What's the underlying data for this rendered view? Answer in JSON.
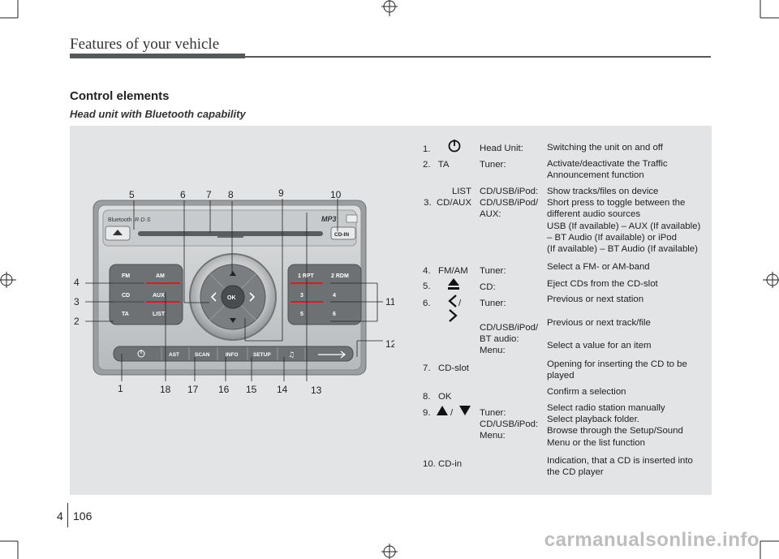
{
  "header": {
    "title": "Features of your vehicle"
  },
  "section": {
    "title": "Control elements",
    "subtitle": "Head unit with Bluetooth capability"
  },
  "callouts": [
    "1",
    "2",
    "3",
    "4",
    "5",
    "6",
    "7",
    "8",
    "9",
    "10",
    "11",
    "12",
    "13",
    "14",
    "15",
    "16",
    "17",
    "18"
  ],
  "unit": {
    "brand_bluetooth": "Bluetooth",
    "brand_rds": "R·D·S",
    "brand_mp3": "MP3",
    "cd_in": "CD-IN",
    "left_buttons": [
      "FM",
      "AM",
      "CD",
      "AUX",
      "TA",
      "LIST"
    ],
    "right_buttons": [
      "1 RPT",
      "2 RDM",
      "3",
      "4",
      "5",
      "6"
    ],
    "bottom_buttons": [
      "AST",
      "SCAN",
      "INFO",
      "SETUP"
    ],
    "ok": "OK"
  },
  "list": {
    "r1": {
      "num": "1.",
      "term": "Head Unit:",
      "desc": "Switching the unit on and off"
    },
    "r2": {
      "num": "2.   TA",
      "term": "Tuner:",
      "desc": "Activate/deactivate the Traffic\nAnnouncement function"
    },
    "r3": {
      "num": "LIST\n3.  CD/AUX",
      "term": "CD/USB/iPod:\nCD/USB/iPod/\nAUX:",
      "desc": "Show tracks/files on device\nShort press to toggle between the\ndifferent audio sources\nUSB (If available) – AUX (If available)\n– BT Audio (If available) or iPod\n(If available) – BT Audio (If available)"
    },
    "r4": {
      "num": "4.   FM/AM",
      "term": "Tuner:",
      "desc": "Select a FM- or AM-band"
    },
    "r5": {
      "num": "5.",
      "term": "CD:",
      "desc": "Eject CDs from the CD-slot"
    },
    "r6": {
      "num": "6.",
      "sep": "/",
      "term": "Tuner:",
      "desc": "Previous or next station"
    },
    "r6b": {
      "term": "CD/USB/iPod/\nBT audio:\nMenu:",
      "desc": "Previous or next track/file\n\nSelect a value for an item"
    },
    "r7": {
      "num": "7.   CD-slot",
      "desc": "Opening for inserting the CD to be\nplayed"
    },
    "r8": {
      "num": "8.   OK",
      "desc": "Confirm a selection"
    },
    "r9": {
      "num": "9.",
      "sep": "/",
      "term": "Tuner:\nCD/USB/iPod:\nMenu:",
      "desc": "Select radio station manually\nSelect playback folder.\nBrowse through the Setup/Sound\nMenu or the list function"
    },
    "r10": {
      "num": "10. CD-in",
      "desc": "Indication, that a CD is inserted into\nthe CD player"
    }
  },
  "footer": {
    "chapter": "4",
    "page": "106",
    "watermark": "carmanualsonline.info"
  }
}
